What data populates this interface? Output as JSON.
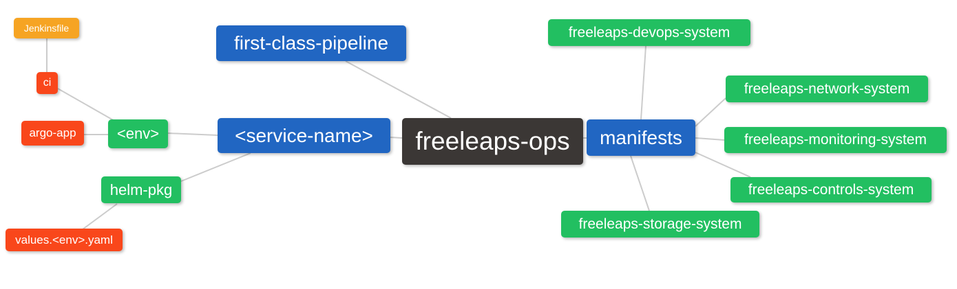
{
  "diagram": {
    "type": "mindmap",
    "root_label": "freeleaps-ops",
    "palette": {
      "blue": "#2166c2",
      "green": "#22bf61",
      "red": "#f9471b",
      "orange": "#f6a423",
      "dark": "#3b3735",
      "edge_line": "#cccccc",
      "text": "#ffffff",
      "background": "#ffffff"
    },
    "nodes": [
      {
        "id": "freeleaps-ops",
        "label": "freeleaps-ops",
        "color": "dark"
      },
      {
        "id": "first-class-pipeline",
        "label": "first-class-pipeline",
        "color": "blue"
      },
      {
        "id": "service-name",
        "label": "<service-name>",
        "color": "blue"
      },
      {
        "id": "manifests",
        "label": "manifests",
        "color": "blue"
      },
      {
        "id": "env",
        "label": "<env>",
        "color": "green"
      },
      {
        "id": "helm-pkg",
        "label": "helm-pkg",
        "color": "green"
      },
      {
        "id": "ci",
        "label": "ci",
        "color": "red"
      },
      {
        "id": "argo-app",
        "label": "argo-app",
        "color": "red"
      },
      {
        "id": "jenkinsfile",
        "label": "Jenkinsfile",
        "color": "orange"
      },
      {
        "id": "values-env-yaml",
        "label": "values.<env>.yaml",
        "color": "red"
      },
      {
        "id": "freeleaps-devops-system",
        "label": "freeleaps-devops-system",
        "color": "green"
      },
      {
        "id": "freeleaps-network-system",
        "label": "freeleaps-network-system",
        "color": "green"
      },
      {
        "id": "freeleaps-monitoring-system",
        "label": "freeleaps-monitoring-system",
        "color": "green"
      },
      {
        "id": "freeleaps-controls-system",
        "label": "freeleaps-controls-system",
        "color": "green"
      },
      {
        "id": "freeleaps-storage-system",
        "label": "freeleaps-storage-system",
        "color": "green"
      }
    ],
    "edges": [
      {
        "from": "jenkinsfile",
        "to": "ci"
      },
      {
        "from": "ci",
        "to": "env"
      },
      {
        "from": "argo-app",
        "to": "env"
      },
      {
        "from": "env",
        "to": "service-name"
      },
      {
        "from": "helm-pkg",
        "to": "service-name"
      },
      {
        "from": "values-env-yaml",
        "to": "helm-pkg"
      },
      {
        "from": "first-class-pipeline",
        "to": "freeleaps-ops"
      },
      {
        "from": "service-name",
        "to": "freeleaps-ops"
      },
      {
        "from": "freeleaps-ops",
        "to": "manifests"
      },
      {
        "from": "manifests",
        "to": "freeleaps-devops-system"
      },
      {
        "from": "manifests",
        "to": "freeleaps-network-system"
      },
      {
        "from": "manifests",
        "to": "freeleaps-monitoring-system"
      },
      {
        "from": "manifests",
        "to": "freeleaps-controls-system"
      },
      {
        "from": "manifests",
        "to": "freeleaps-storage-system"
      }
    ]
  }
}
